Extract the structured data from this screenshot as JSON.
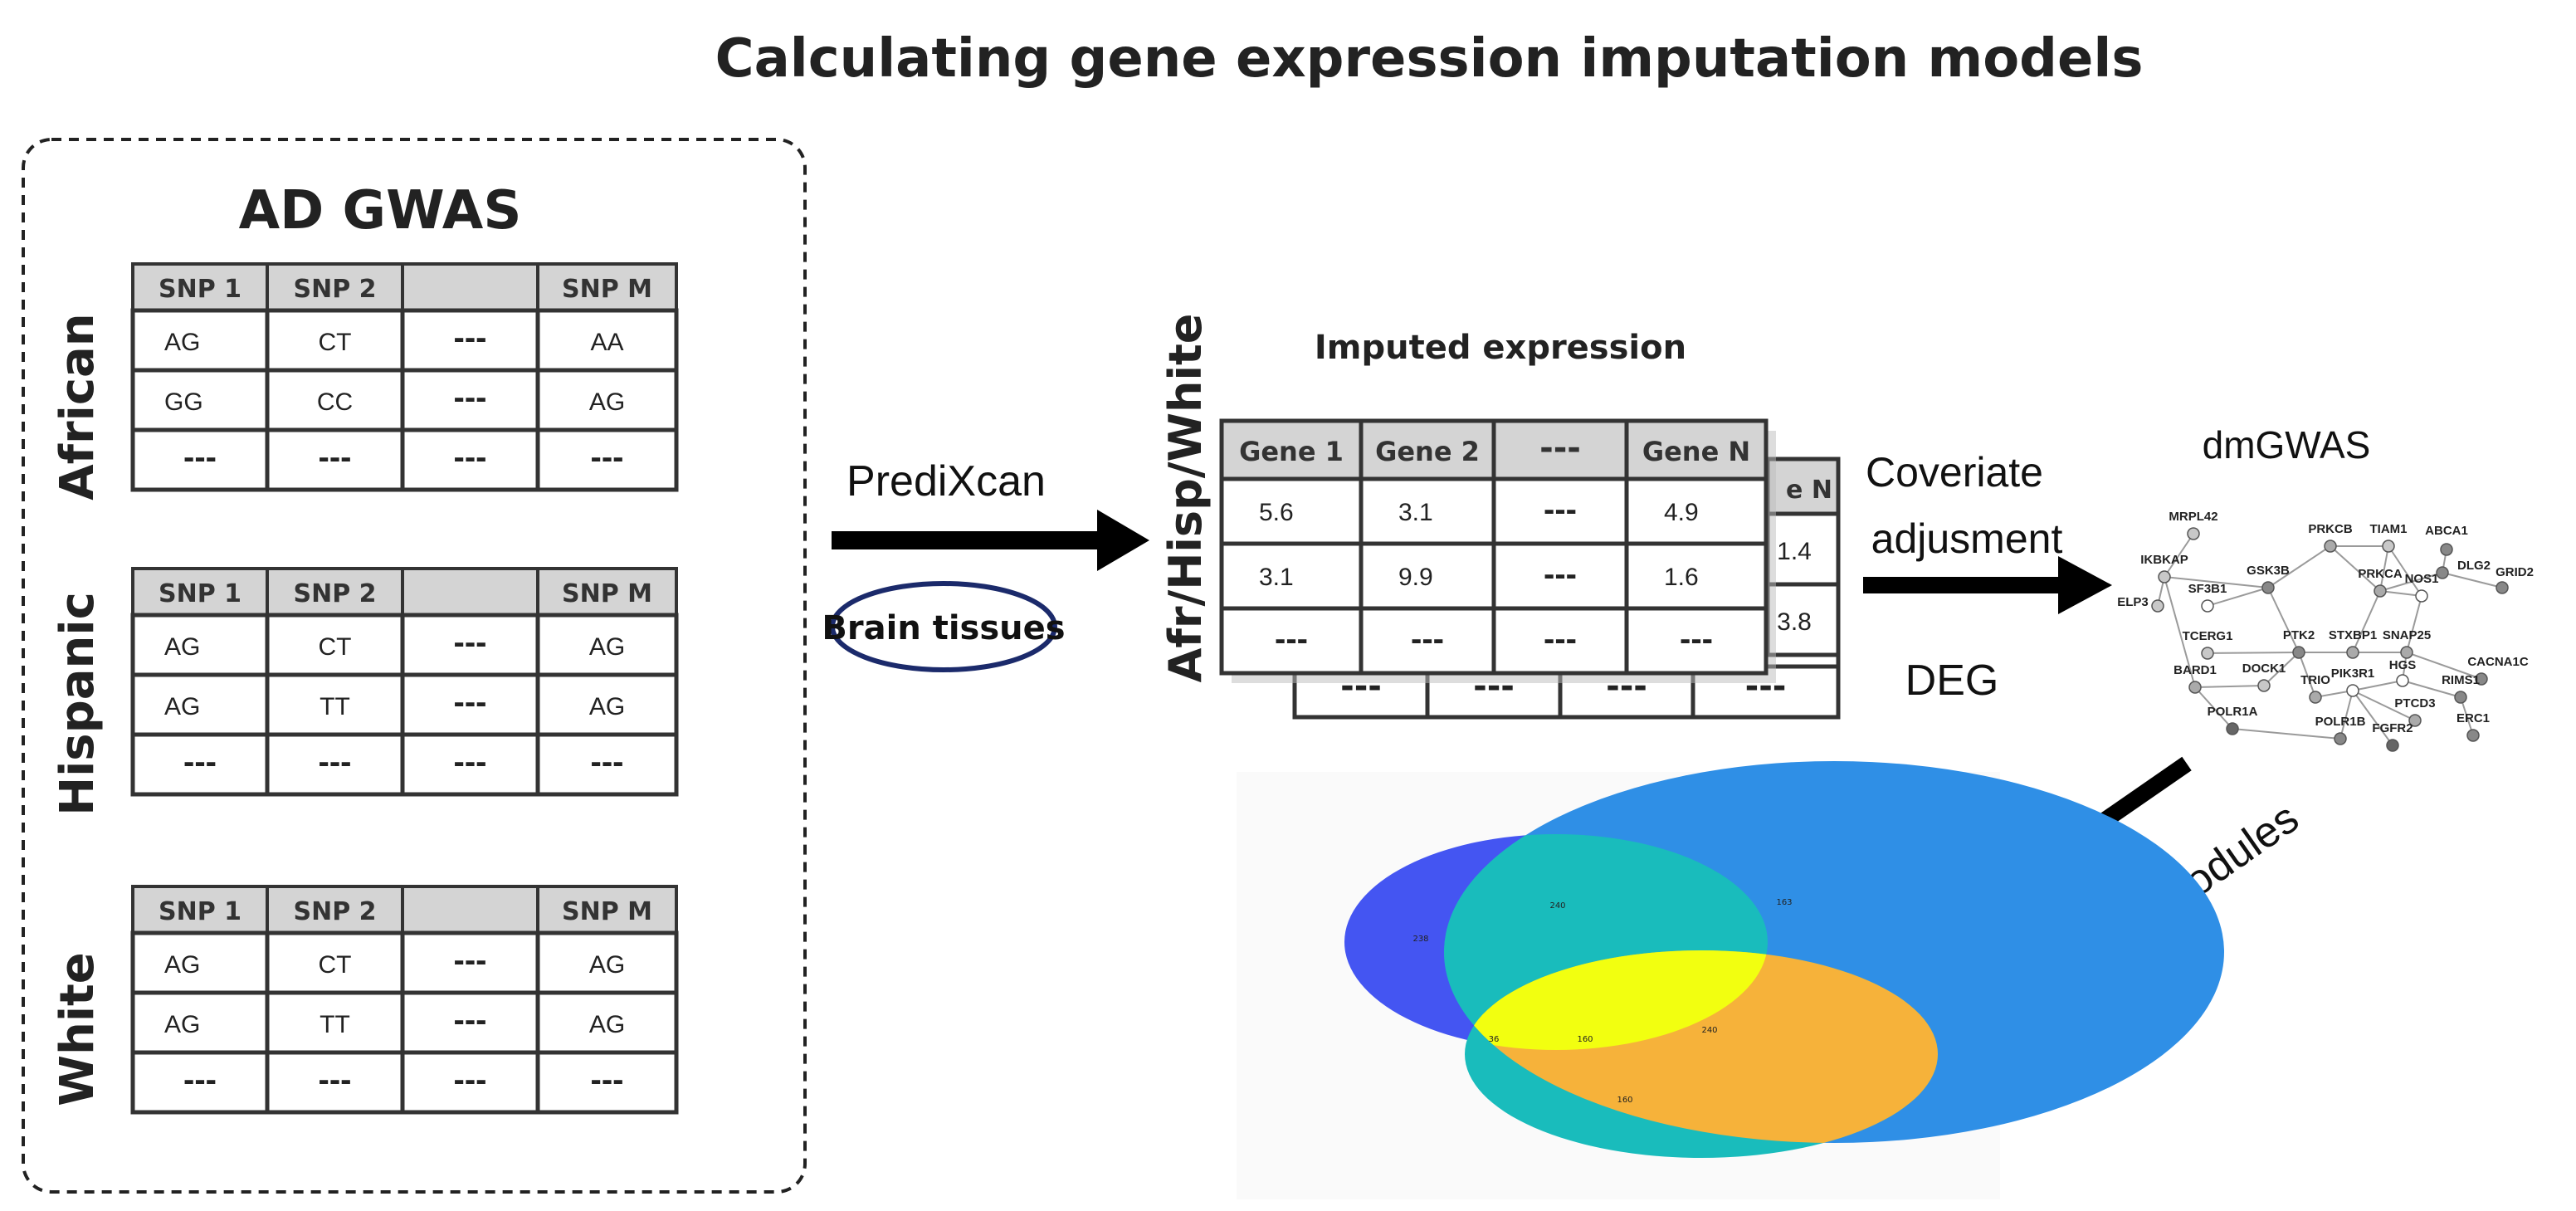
{
  "title": "Calculating gene expression imputation models",
  "gwas": {
    "title": "AD GWAS",
    "headers": [
      "SNP 1",
      "SNP 2",
      "",
      "SNP M"
    ],
    "groups": [
      {
        "label": "African",
        "rows": [
          [
            "AG",
            "CT",
            "---",
            "AA"
          ],
          [
            "GG",
            "CC",
            "---",
            "AG"
          ],
          [
            "---",
            "---",
            "---",
            "---"
          ]
        ]
      },
      {
        "label": "Hispanic",
        "rows": [
          [
            "AG",
            "CT",
            "---",
            "AG"
          ],
          [
            "AG",
            "TT",
            "---",
            "AG"
          ],
          [
            "---",
            "---",
            "---",
            "---"
          ]
        ]
      },
      {
        "label": "White",
        "rows": [
          [
            "AG",
            "CT",
            "---",
            "AG"
          ],
          [
            "AG",
            "TT",
            "---",
            "AG"
          ],
          [
            "---",
            "---",
            "---",
            "---"
          ]
        ]
      }
    ]
  },
  "predixcan": {
    "label": "PrediXcan",
    "tissue": "Brain tissues"
  },
  "imputed": {
    "title": "Imputed expression",
    "side_label": "Afr/Hisp/White",
    "headers": [
      "Gene 1",
      "Gene 2",
      "---",
      "Gene N"
    ],
    "rows": [
      [
        "5.6",
        "3.1",
        "---",
        "4.9"
      ],
      [
        "3.1",
        "9.9",
        "---",
        "1.6"
      ],
      [
        "---",
        "---",
        "---",
        "---"
      ]
    ],
    "back_header_fragment": "e N",
    "back_values": [
      "1.4",
      "3.8"
    ],
    "back_bottom_row": [
      "---",
      "---",
      "---",
      "---"
    ]
  },
  "covariate": {
    "line1": "Coveriate",
    "line2": "adjusment",
    "deg": "DEG"
  },
  "dmgwas": {
    "title": "dmGWAS",
    "nodes": [
      {
        "label": "MRPL42",
        "shade": "#c8c8c8"
      },
      {
        "label": "IKBKAP",
        "shade": "#c8c8c8"
      },
      {
        "label": "ELP3",
        "shade": "#c8c8c8"
      },
      {
        "label": "SF3B1",
        "shade": "#ffffff"
      },
      {
        "label": "GSK3B",
        "shade": "#888888"
      },
      {
        "label": "PRKCB",
        "shade": "#aaaaaa"
      },
      {
        "label": "TIAM1",
        "shade": "#c8c8c8"
      },
      {
        "label": "ABCA1",
        "shade": "#888888"
      },
      {
        "label": "DLG2",
        "shade": "#888888"
      },
      {
        "label": "GRID2",
        "shade": "#888888"
      },
      {
        "label": "PRKCA",
        "shade": "#aaaaaa"
      },
      {
        "label": "NOS1",
        "shade": "#ffffff"
      },
      {
        "label": "TCERG1",
        "shade": "#c8c8c8"
      },
      {
        "label": "PTK2",
        "shade": "#888888"
      },
      {
        "label": "STXBP1",
        "shade": "#aaaaaa"
      },
      {
        "label": "SNAP25",
        "shade": "#aaaaaa"
      },
      {
        "label": "CACNA1C",
        "shade": "#888888"
      },
      {
        "label": "BARD1",
        "shade": "#aaaaaa"
      },
      {
        "label": "DOCK1",
        "shade": "#c8c8c8"
      },
      {
        "label": "HGS",
        "shade": "#ffffff"
      },
      {
        "label": "RIMS1",
        "shade": "#888888"
      },
      {
        "label": "TRIO",
        "shade": "#aaaaaa"
      },
      {
        "label": "PIK3R1",
        "shade": "#ffffff"
      },
      {
        "label": "PTCD3",
        "shade": "#aaaaaa"
      },
      {
        "label": "POLR1A",
        "shade": "#666666"
      },
      {
        "label": "POLR1B",
        "shade": "#888888"
      },
      {
        "label": "FGFR2",
        "shade": "#666666"
      },
      {
        "label": "ERC1",
        "shade": "#888888"
      }
    ]
  },
  "shared": {
    "label": "Shared gene modules"
  },
  "venn": {
    "regions": [
      "238",
      "240",
      "163",
      "160",
      "240",
      "36",
      "160"
    ],
    "colors": {
      "blue_left": "#4455f2",
      "blue_right": "#2f8fe6",
      "teal": "#19bcbc",
      "yellow": "#f2ff10",
      "orange": "#f6b23a"
    }
  }
}
